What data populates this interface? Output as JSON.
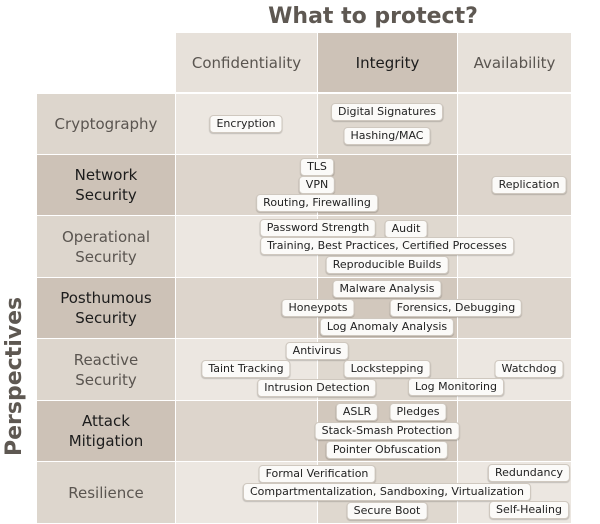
{
  "titles": {
    "top": "What to protect?",
    "side": "Perspectives"
  },
  "columns": [
    "Confidentiality",
    "Integrity",
    "Availability"
  ],
  "rows": [
    "Cryptography",
    "Network\nSecurity",
    "Operational\nSecurity",
    "Posthumous\nSecurity",
    "Reactive\nSecurity",
    "Attack\nMitigation",
    "Resilience"
  ],
  "tags": {
    "encryption": "Encryption",
    "digital_signatures": "Digital Signatures",
    "hashing_mac": "Hashing/MAC",
    "tls": "TLS",
    "vpn": "VPN",
    "routing_firewalling": "Routing, Firewalling",
    "replication": "Replication",
    "password_strength": "Password Strength",
    "audit": "Audit",
    "training": "Training, Best Practices, Certified Processes",
    "reproducible_builds": "Reproducible Builds",
    "malware_analysis": "Malware Analysis",
    "honeypots": "Honeypots",
    "forensics": "Forensics, Debugging",
    "log_anomaly": "Log Anomaly Analysis",
    "antivirus": "Antivirus",
    "taint_tracking": "Taint Tracking",
    "lockstepping": "Lockstepping",
    "watchdog": "Watchdog",
    "intrusion_detection": "Intrusion Detection",
    "log_monitoring": "Log Monitoring",
    "aslr": "ASLR",
    "pledges": "Pledges",
    "stack_smash": "Stack-Smash Protection",
    "pointer_obfuscation": "Pointer Obfuscation",
    "formal_verification": "Formal Verification",
    "redundancy": "Redundancy",
    "compartmentalization": "Compartmentalization, Sandboxing, Virtualization",
    "secure_boot": "Secure Boot",
    "self_healing": "Self-Healing"
  }
}
